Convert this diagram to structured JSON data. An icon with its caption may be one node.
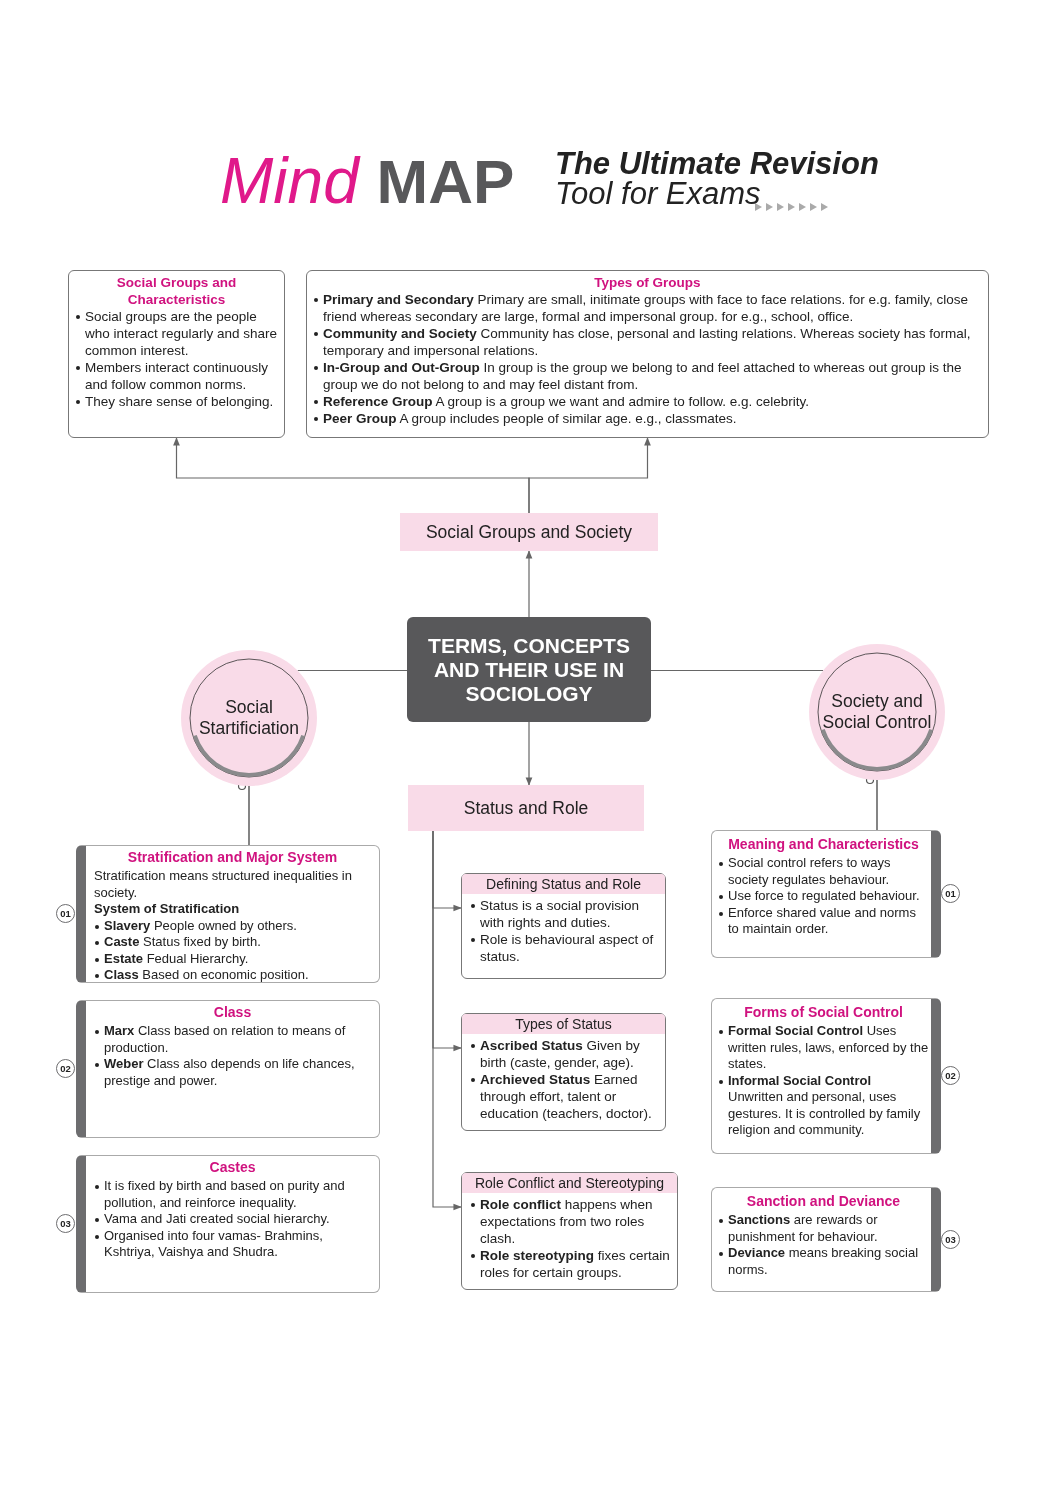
{
  "diagram": {
    "title": "Mind MAP",
    "nodes": [
      {
        "text": [
          "Social Groups and Characteristics",
          "Social groups are the people who interact regularly and share common interest.",
          "Members interact continuously and follow common norms.",
          "They share sense of belonging."
        ]
      },
      {
        "text": [
          "Types of Groups",
          "**Primary and Secondary** Primary are small, initimate groups with face to face relations. for e.g. family, close friend whereas secondary are large, formal and impersonal group. for e.g., school, office.",
          "**Community and Society** Community has close, personal and lasting relations. Whereas society has formal, temporary and impersonal relations.",
          "**In-Group and Out-Group** In group is the group we belong to and feel attached to whereas out group is the group we do not belong to and may feel distant from.",
          "**Reference Group** A group is a group we want and admire to follow. e.g. celebrity.",
          "**Peer Group** A group includes people of similar age. e.g., classmates."
        ]
      },
      {
        "text": [
          "Social Groups and Society"
        ]
      },
      {
        "text": [
          "TERMS, CONCEPTS AND THEIR USE IN SOCIOLOGY"
        ]
      },
      {
        "text": [
          "Social Startificiation"
        ]
      },
      {
        "text": [
          "Status and Role"
        ]
      },
      {
        "text": [
          "Society and Social Control"
        ]
      },
      {
        "text": [
          "Stratification and Major System",
          "Stratification means structured inequalities in society.",
          "System of Stratification",
          "**Slavery** People owned by others.",
          "**Caste** Status fixed by birth.",
          "**Estate** Fedual Hierarchy.",
          "**Class** Based on economic position."
        ],
        "beside": [
          "01"
        ]
      },
      {
        "text": [
          "Class",
          "**Marx** Class based on relation to means of production.",
          "**Weber** Class also depends on life chances, prestige and power."
        ],
        "beside": [
          "02"
        ]
      },
      {
        "text": [
          "Castes",
          "It is fixed by birth and based on purity and pollution, and reinforce inequality.",
          "Vama and Jati created social hierarchy.",
          "Organised into four vamas- Brahmins, Kshtriya, Vaishya and Shudra."
        ],
        "beside": [
          "03"
        ]
      },
      {
        "text": [
          "Defining Status and Role",
          "Status is a social provision with rights and duties.",
          "Role is behavioural aspect of status."
        ]
      },
      {
        "text": [
          "Types of Status",
          "**Ascribed Status** Given by birth (caste, gender, age).",
          "**Archieved Status** Earned through effort, talent or education (teachers, doctor)."
        ]
      },
      {
        "text": [
          "Role Conflict and Stereotyping",
          "**Role conflict** happens when expectations from two roles clash.",
          "**Role stereotyping** fixes certain roles for certain groups."
        ]
      },
      {
        "text": [
          "Meaning and Characteristics",
          "Social control refers to ways society regulates behaviour.",
          "Use force to regulated behaviour.",
          "Enforce shared value and norms to maintain order."
        ],
        "beside": [
          "01"
        ]
      },
      {
        "text": [
          "Forms of Social Control",
          "**Formal Social Control** Uses written rules, laws, enforced by the states.",
          "**Informal Social Control** Unwritten and personal, uses gestures. It is controlled by family religion and community."
        ],
        "beside": [
          "02"
        ]
      },
      {
        "text": [
          "Sanction and Deviance",
          "**Sanctions** are rewards or punishment for behaviour.",
          "**Deviance** means breaking social norms."
        ],
        "beside": [
          "03"
        ]
      }
    ],
    "edges": [
      {
        "from": 2,
        "to": 0,
        "arrow": "to"
      },
      {
        "from": 2,
        "to": 1,
        "arrow": "to"
      },
      {
        "from": 3,
        "to": 2,
        "arrow": "to"
      },
      {
        "from": 3,
        "to": 5,
        "arrow": "to"
      },
      {
        "from": 3,
        "to": 4,
        "arrow": "none"
      },
      {
        "from": 3,
        "to": 6,
        "arrow": "none"
      },
      {
        "from": 4,
        "to": 7,
        "arrow": "other"
      },
      {
        "from": 6,
        "to": 13,
        "arrow": "other"
      },
      {
        "from": 5,
        "to": 10,
        "arrow": "to"
      },
      {
        "from": 5,
        "to": 11,
        "arrow": "to"
      },
      {
        "from": 5,
        "to": 12,
        "arrow": "to"
      }
    ],
    "labels": [
      "The Ultimate Revision",
      "Tool for Exams"
    ]
  }
}
